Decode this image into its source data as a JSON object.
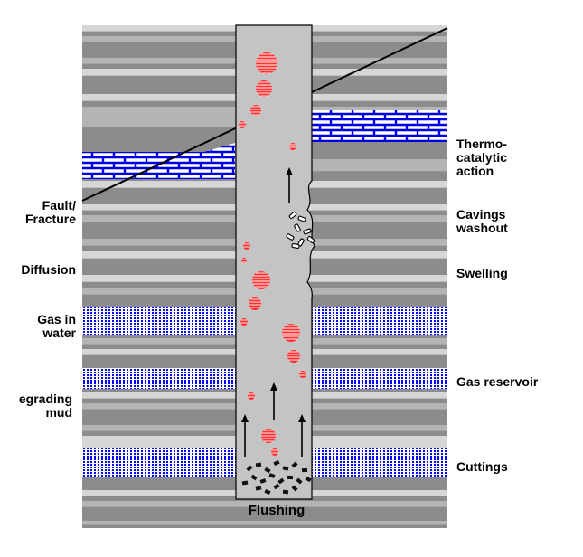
{
  "labels": {
    "fault": "Fault/\nFracture",
    "diffusion": "Diffusion",
    "gas_in_water": "Gas in\nwater",
    "degrading_mud": "egrading\nmud",
    "thermo": "Thermo-\ncatalytic\naction",
    "cavings": "Cavings\nwashout",
    "swelling": "Swelling",
    "gas_reservoir": "Gas reservoir",
    "cuttings": "Cuttings",
    "flushing": "Flushing"
  },
  "colors": {
    "strata_light": "#d6d6d6",
    "strata_mid": "#b4b4b4",
    "strata_dark": "#8c8c8c",
    "borehole": "#c4c4c4",
    "limestone_blue": "#0000e6",
    "sand_blue": "#0000ff",
    "gas_bubble": "#ff3030",
    "cuttings": "#111111"
  }
}
